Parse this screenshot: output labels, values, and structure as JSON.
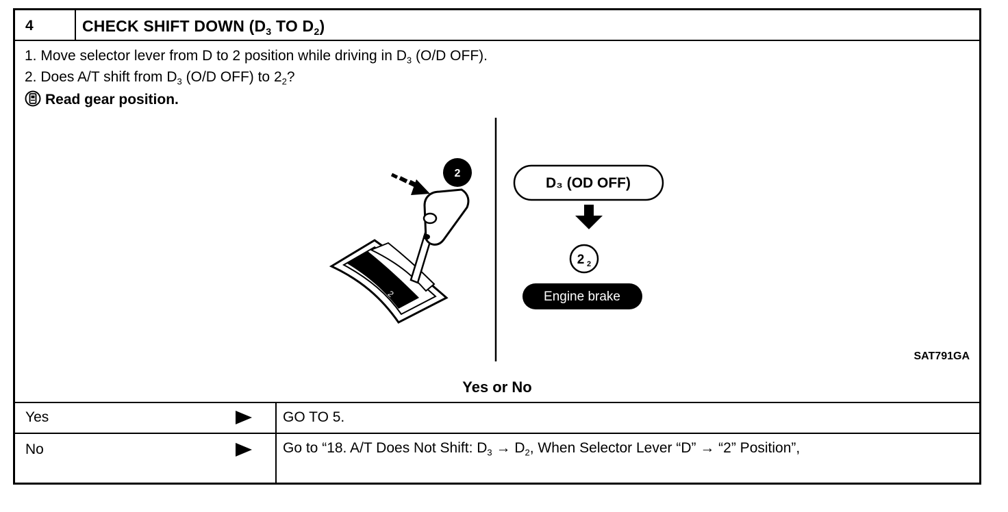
{
  "step": {
    "number": "4",
    "title_prefix": "CHECK SHIFT DOWN (D",
    "title_sub1": "3",
    "title_mid": " TO D",
    "title_sub2": "2",
    "title_suffix": ")"
  },
  "instructions": {
    "line1_a": "1.  Move selector lever from D to 2 position while driving in D",
    "line1_sub": "3",
    "line1_b": " (O/D OFF).",
    "line2_a": "2.  Does A/T shift from D",
    "line2_sub": "3",
    "line2_b": " (O/D OFF) to 2",
    "line2_sub2": "2",
    "line2_c": "?",
    "line3": "Read gear position."
  },
  "figure": {
    "lever_circle_label": "2",
    "gate_label": "2",
    "from_label": "D₃ (OD OFF)",
    "to_label_main": "2",
    "to_label_sub": "2",
    "result_label": "Engine brake",
    "figure_id": "SAT791GA"
  },
  "question": "Yes or No",
  "results": {
    "yes_label": "Yes",
    "yes_action": "GO TO 5.",
    "no_label": "No",
    "no_action_a": "Go to “18. A/T Does Not Shift: D",
    "no_action_sub1": "3",
    "no_action_b": " → D",
    "no_action_sub2": "2",
    "no_action_c": ", When Selector Lever “D” → “2” Position”,"
  }
}
